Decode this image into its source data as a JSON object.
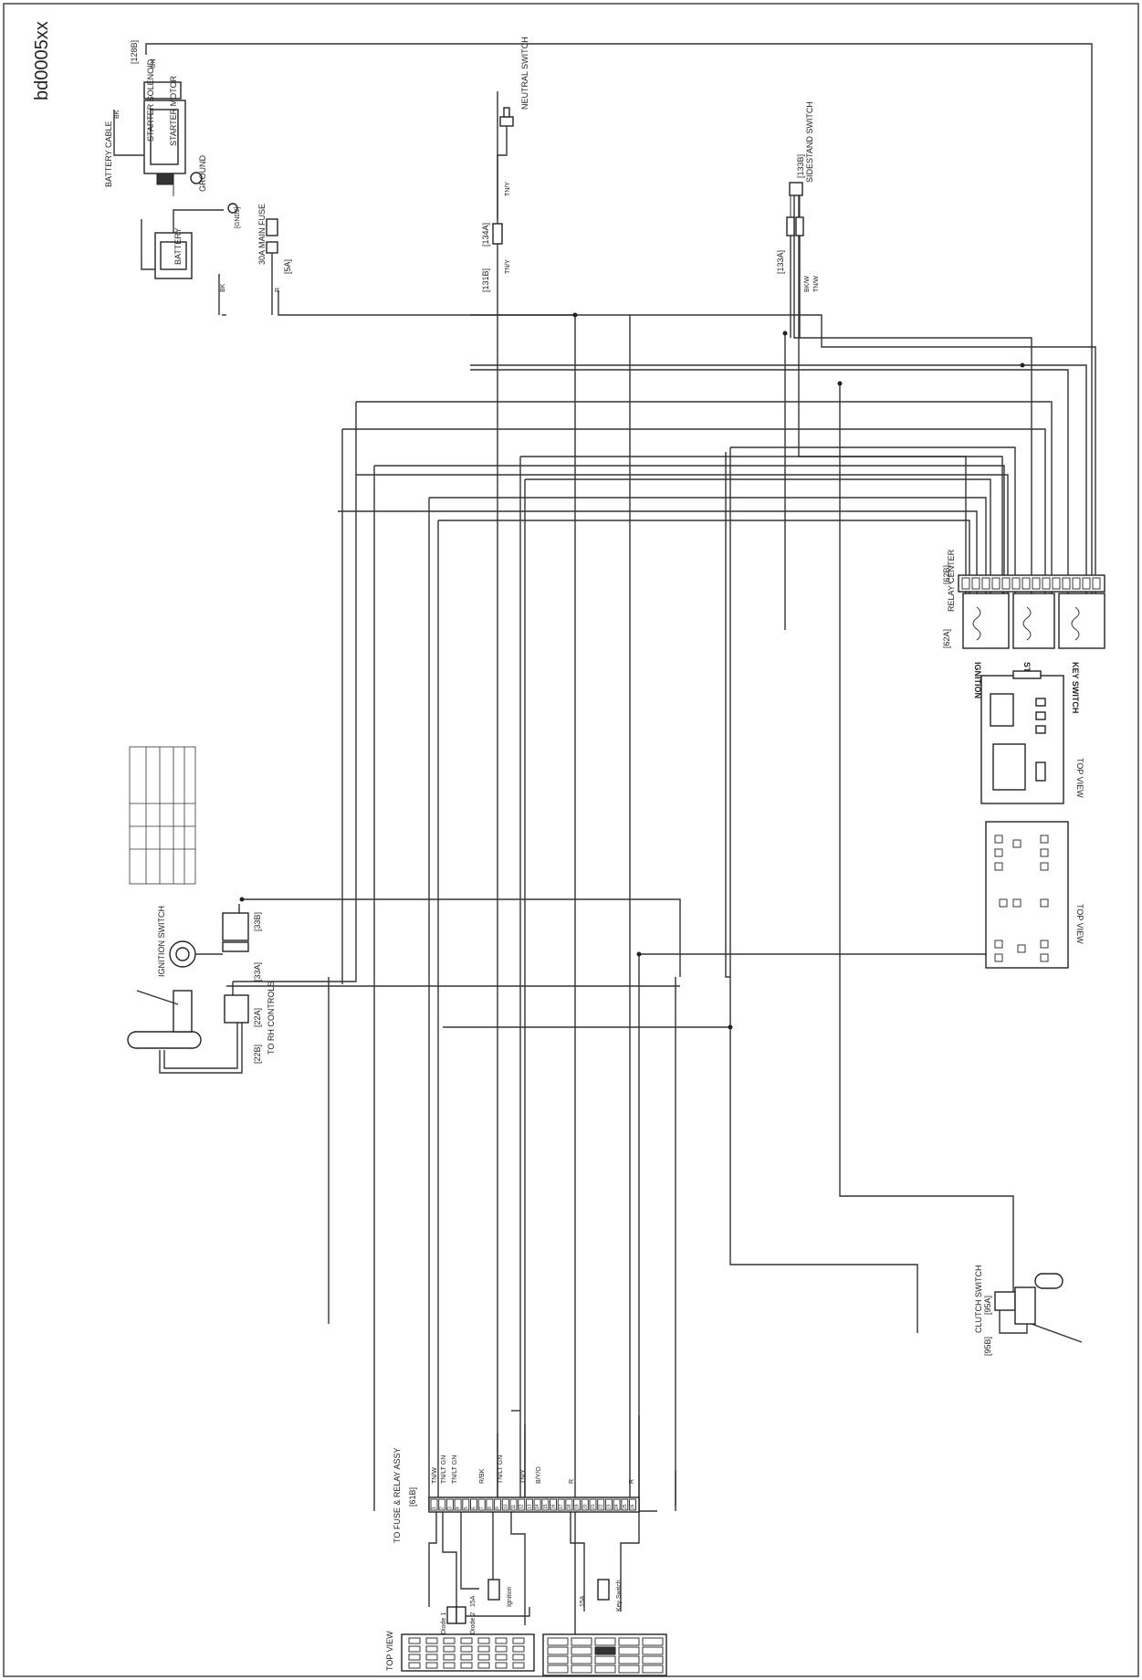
{
  "page": {
    "code": "bd0005xx"
  },
  "labels": {
    "battery_cable": "BATTERY CABLE",
    "starter_solenoid": "STARTER SOLENOID",
    "starter_motor": "STARTER MOTOR",
    "ground": "GROUND",
    "battery": "BATTERY",
    "main_fuse": "30A MAIN FUSE",
    "ground_ref": "[GND2]",
    "neutral_switch": "NEUTRAL SWITCH",
    "sidestand_switch": "SIDESTAND SWITCH",
    "relay_center": "RELAY CENTER",
    "ignition_relay": "IGNITION",
    "start_relay": "START",
    "key_switch_relay": "KEY SWITCH",
    "top_view_1": "TOP VIEW",
    "top_view_2": "TOP VIEW",
    "top_view_3": "TOP VIEW",
    "ignition_switch": "IGNITION SWITCH",
    "rh_controls": "TO RH CONTROLS",
    "clutch_switch": "CLUTCH SWITCH",
    "fuse_block": "TO FUSE & RELAY ASSY",
    "ignition_fuse": "Ignition",
    "key_switch_fuse": "Key Switch",
    "fuse_15a_1": "15A",
    "fuse_15a_2": "15A",
    "diode_1": "Diode 1",
    "diode_2": "Diode 2"
  },
  "connectors": {
    "c128b": "[128B]",
    "c5a": "[5A]",
    "c131b": "[131B]",
    "c134a": "[134A]",
    "c133a": "[133A]",
    "c133b": "[133B]",
    "c62a": "[62A]",
    "c62b": "[62B]",
    "c33a": "[33A]",
    "c33b": "[33B]",
    "c22a": "[22A]",
    "c22b": "[22B]",
    "c95a": "[95A]",
    "c95b": "[95B]",
    "c61b": "[61B]"
  },
  "wires": {
    "gn": "GN",
    "bk_1": "BK",
    "bk_2": "BK",
    "r_1": "R",
    "tn_y_1": "TN/Y",
    "tn_y_2": "TN/Y",
    "bk_w": "BK/W",
    "tn_w_1": "TN/W",
    "fb_tnw": "TN/W",
    "fb_tnltgn_1": "TN/LT GN",
    "fb_tnltgn_2": "TN/LT GN",
    "fb_rbk": "R/BK",
    "fb_tnltgn_3": "TN/LT GN",
    "fb_tny": "TN/Y",
    "fb_byo": "B/Y/O",
    "fb_r_1": "R",
    "fb_r_2": "R"
  },
  "fuse_slots": [
    "1",
    "2",
    "3",
    "4",
    "5",
    "6",
    "7",
    "8",
    "9",
    "10",
    "11",
    "12",
    "13",
    "14",
    "15",
    "16",
    "17",
    "18",
    "19",
    "20",
    "21",
    "22",
    "23",
    "24",
    "25",
    "26"
  ]
}
